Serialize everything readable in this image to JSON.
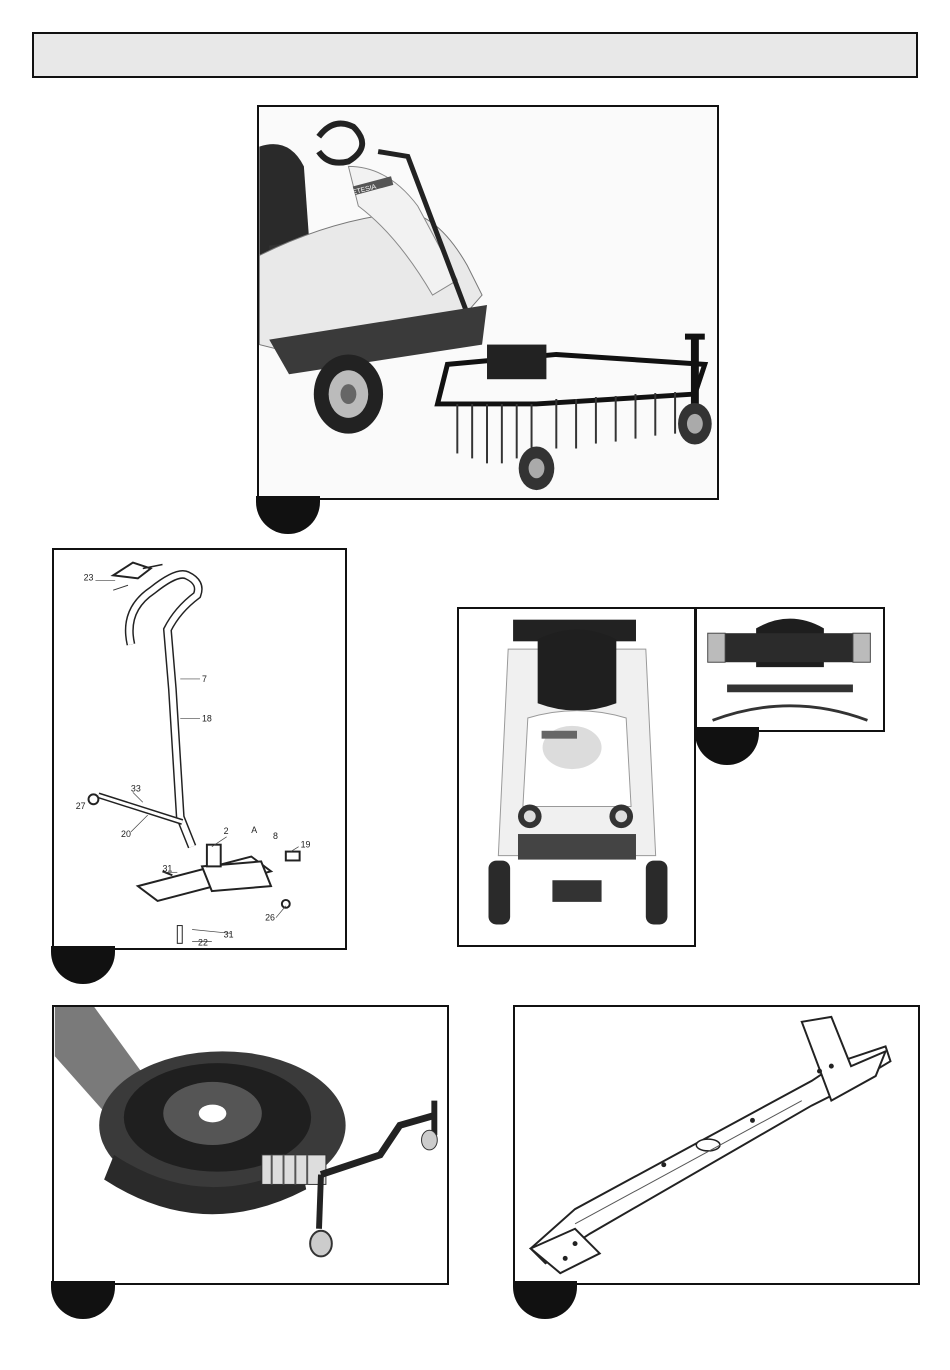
{
  "callouts": {
    "n23": "23",
    "n7": "7",
    "n18": "18",
    "n33": "33",
    "n27": "27",
    "n20": "20",
    "n2": "2",
    "nA": "A",
    "n8": "8",
    "n19": "19",
    "n31a": "31",
    "n26": "26",
    "n22": "22",
    "n31b": "31"
  },
  "brand_mark": "ETESIA"
}
